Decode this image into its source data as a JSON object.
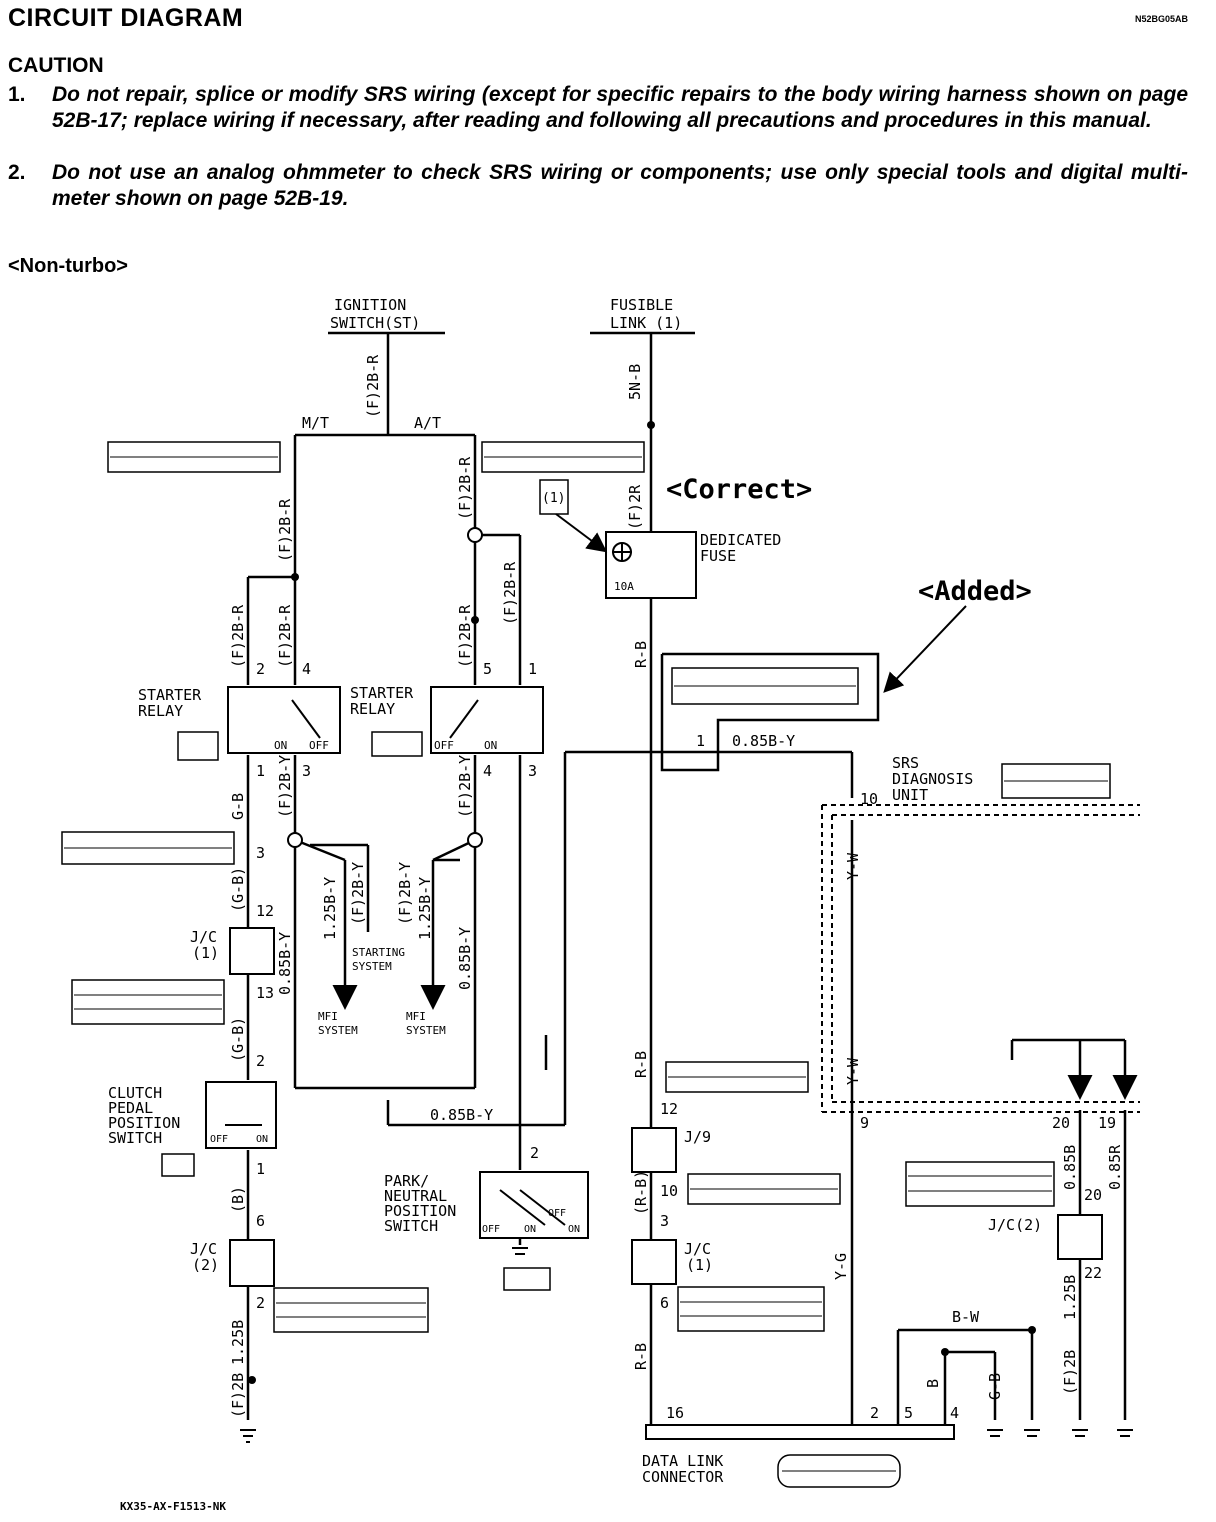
{
  "title": "CIRCUIT DIAGRAM",
  "doc_code": "N52BG05AB",
  "caution": {
    "heading": "CAUTION",
    "items": [
      {
        "num": "1.",
        "text": "Do not repair, splice or modify SRS wiring (except for specific repairs to the body wiring harness shown on page 52B-17; replace wiring if necessary, after reading and following all precautions and procedures in this manual."
      },
      {
        "num": "2.",
        "text": "Do not use an analog ohmmeter to check SRS wiring or components; use only special tools and digital multi-meter shown on page 52B-19."
      }
    ]
  },
  "variant": "<Non-turbo>",
  "callouts": {
    "correct": "<Correct>",
    "added": "<Added>"
  },
  "labels": {
    "ign1": "IGNITION",
    "ign2": "SWITCH(ST)",
    "fus1": "FUSIBLE",
    "fus2": "LINK (1)",
    "mt": "M/T",
    "at": "A/T",
    "ded1": "DEDICATED",
    "ded2": "FUSE",
    "fuse_amp": "10A",
    "fuse_ref": "(1)",
    "sr1a": "STARTER",
    "sr1b": "RELAY",
    "sr2a": "STARTER",
    "sr2b": "RELAY",
    "on": "ON",
    "off": "OFF",
    "srs1": "SRS",
    "srs2": "DIAGNOSIS",
    "srs3": "UNIT",
    "jc1a": "J/C",
    "jc1b": "(1)",
    "jc2a": "J/C",
    "jc2b": "(2)",
    "jc2r": "J/C(2)",
    "j9": "J/9",
    "jc1r_a": "J/C",
    "jc1r_b": "(1)",
    "cl1": "CLUTCH",
    "cl2": "PEDAL",
    "cl3": "POSITION",
    "cl4": "SWITCH",
    "pn1": "PARK/",
    "pn2": "NEUTRAL",
    "pn3": "POSITION",
    "pn4": "SWITCH",
    "st1": "STARTING",
    "st2": "SYSTEM",
    "mfi1a": "MFI",
    "mfi1b": "SYSTEM",
    "mfi2a": "MFI",
    "mfi2b": "SYSTEM",
    "dlc1": "DATA LINK",
    "dlc2": "CONNECTOR"
  },
  "wires": {
    "w_2br_top": "(F)2B-R",
    "w_5nb": "5N-B",
    "w_f2br_a": "(F)2B-R",
    "w_f2r": "(F)2R",
    "w_f2br_b": "(F)2B-R",
    "w_f2br_c": "(F)2B-R",
    "w_f2br_d": "(F)2B-R",
    "w_f2br_e": "(F)2B-R",
    "w_rb_top": "R-B",
    "w_085by_top": "0.85B-Y",
    "w_gb": "G-B",
    "w_f2by_l": "(F)2B-Y",
    "w_f2by_r": "(F)2B-Y",
    "w_125by_l": "1.25B-Y",
    "w_f2by_ml": "(F)2B-Y",
    "w_f2by_mr": "(F)2B-Y",
    "w_125by_r": "1.25B-Y",
    "w_085by_r": "0.85B-Y",
    "w_gb2": "(G-B)",
    "w_085by_l": "0.85B-Y",
    "w_gb3": "(G-B)",
    "w_085by_bot": "0.85B-Y",
    "w_rb_mid": "R-B",
    "w_yw_top": "Y-W",
    "w_yw_bot": "Y-W",
    "w_b1": "(B)",
    "w_rb2": "(R-B)",
    "w_yg": "Y-G",
    "w_085b": "0.85B",
    "w_085r": "0.85R",
    "w_125b_l": "1.25B",
    "w_125b_r": "1.25B",
    "w_rb_bot": "R-B",
    "w_bw": "B-W",
    "w_b2": "B",
    "w_f2b_l": "(F)2B",
    "w_gb4": "G-B",
    "w_f2b_r": "(F)2B"
  },
  "pins": {
    "p2a": "2",
    "p4a": "4",
    "p5": "5",
    "p1a": "1",
    "p1b": "1",
    "p3a": "3",
    "p4b": "4",
    "p3b": "3",
    "p1c": "1",
    "p10": "10",
    "p3c": "3",
    "p12a": "12",
    "p13": "13",
    "p2b": "2",
    "p1d": "1",
    "p6a": "6",
    "p2c": "2",
    "p2d": "2",
    "p12b": "12",
    "p10b": "10",
    "p3d": "3",
    "p6b": "6",
    "p16": "16",
    "p9": "9",
    "p20a": "20",
    "p19": "19",
    "p20b": "20",
    "p22": "22",
    "p2e": "2",
    "p5b": "5",
    "p4c": "4"
  },
  "footer": "KX35-AX-F1513-NK"
}
